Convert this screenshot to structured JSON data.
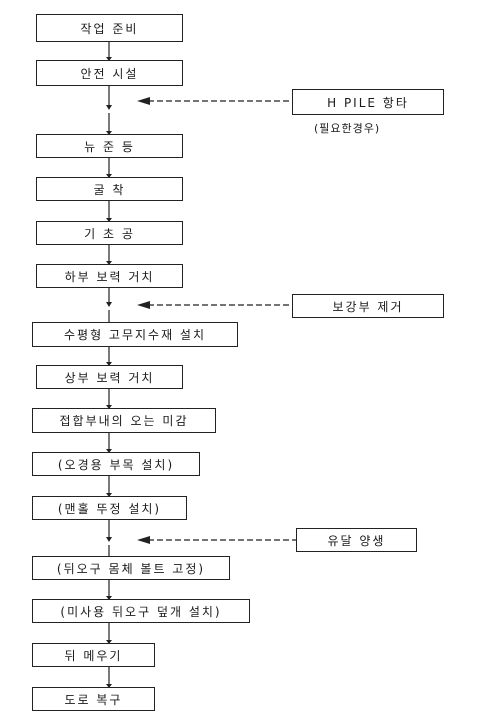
{
  "steps": [
    "작업 준비",
    "안전 시설",
    "뉴 준 등",
    "굴 착",
    "기 초 공",
    "하부 보력 거치",
    "수평형 고무지수재 설치",
    "상부 보력 거치",
    "접합부내의 오는 미감",
    "(오경용 부목 설치)",
    "(맨홀 뚜정 설치)",
    "(뒤오구 몸체 볼트 고정)",
    "(미사용 뒤오구 덮개 설치)",
    "뒤 메우기",
    "도로 복구"
  ],
  "side_boxes": [
    {
      "label": "H PILE 항타",
      "note": "(필요한경우)"
    },
    {
      "label": "보강부 제거",
      "note": ""
    },
    {
      "label": "유달 양생",
      "note": ""
    }
  ]
}
